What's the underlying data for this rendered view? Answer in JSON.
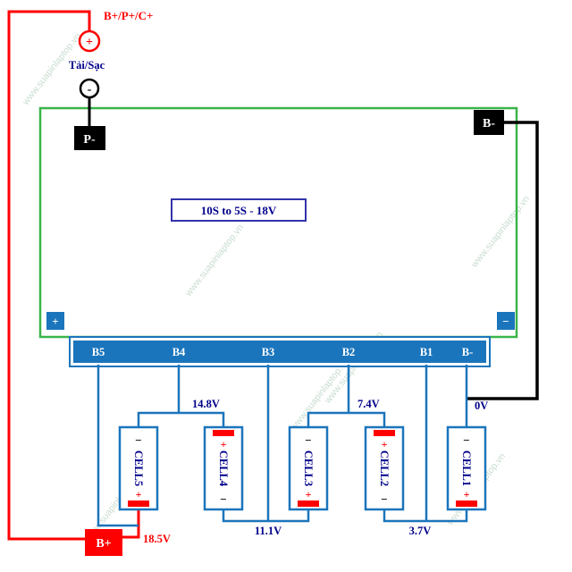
{
  "watermark": "www.suapinlaptop.vn",
  "colors": {
    "wire_red": "#ff0000",
    "wire_black": "#000000",
    "wire_blue": "#1b75bc",
    "board_green": "#3bb54a",
    "connector_blue": "#1b75bc",
    "text_navy": "#00008b"
  },
  "top": {
    "b_plus_label": "B+/P+/C+",
    "load_charge_label": "Tải/Sạc",
    "plus_terminal": "+",
    "minus_terminal": "-",
    "p_minus_box": "P-"
  },
  "board": {
    "label": "10S to 5S - 18V",
    "b_minus_box": "B-",
    "plus_pad": "+",
    "minus_pad": "−"
  },
  "connector": {
    "pins": [
      "B5",
      "B4",
      "B3",
      "B2",
      "B1",
      "B-"
    ]
  },
  "cells": [
    {
      "name": "CELL5",
      "top_sign": "−",
      "bottom_sign": "+"
    },
    {
      "name": "CELL4",
      "top_sign": "+",
      "bottom_sign": "−"
    },
    {
      "name": "CELL3",
      "top_sign": "−",
      "bottom_sign": "+"
    },
    {
      "name": "CELL2",
      "top_sign": "+",
      "bottom_sign": "−"
    },
    {
      "name": "CELL1",
      "top_sign": "−",
      "bottom_sign": "+"
    }
  ],
  "voltages": {
    "pack": "18.5V",
    "b4": "14.8V",
    "b3": "11.1V",
    "b2": "7.4V",
    "b1": "3.7V",
    "bminus": "0V"
  },
  "bottom": {
    "b_plus_box": "B+"
  }
}
